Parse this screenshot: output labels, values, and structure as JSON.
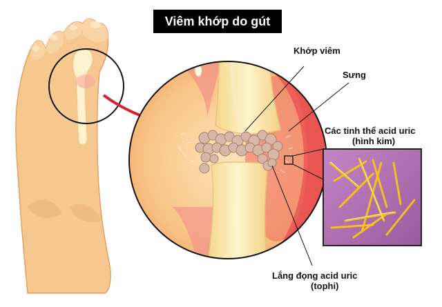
{
  "title": "Viêm khớp do gút",
  "labels": {
    "inflamed_joint": "Khớp viêm",
    "swelling": "Sưng",
    "crystals_line1": "Các tinh thể acid uric",
    "crystals_line2": "(hình kim)",
    "tophi_line1": "Lắng đọng acid uric",
    "tophi_line2": "(tophi)"
  },
  "colors": {
    "skin": "#f6c78e",
    "skin_shadow": "#e8a766",
    "bone": "#fbe7b0",
    "inflammation": "#e8434a",
    "crystal_bg": "#b36fb5",
    "crystal": "#f2c21a",
    "arrow": "#d8232a",
    "deposit": "#d9b7a6"
  }
}
